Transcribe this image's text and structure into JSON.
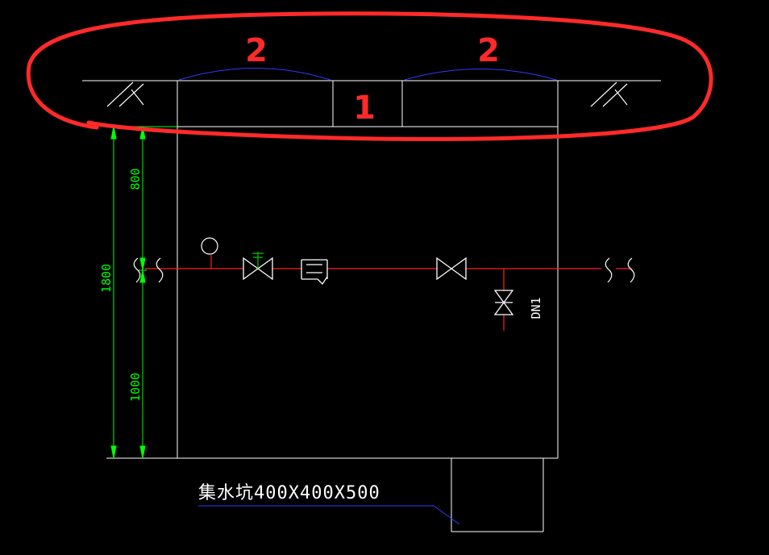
{
  "colors": {
    "background": "#000000",
    "lines": "#ffffff",
    "dimension": "#00ff00",
    "pipe": "#ff2020",
    "leader": "#2b3cff",
    "annotation": "#ff2a2a",
    "valve_handle": "#00c000"
  },
  "dimensions": {
    "total": "1800",
    "upper": "800",
    "lower": "1000"
  },
  "labels": {
    "sump": "集水坑400X400X500",
    "drain_valve": "DN1"
  },
  "annotations": {
    "slab_middle": "1",
    "slab_left": "2",
    "slab_right": "2"
  },
  "icons": [
    "ground-hatch-icon",
    "pressure-gauge-icon",
    "gate-valve-icon",
    "check-valve-icon",
    "drain-valve-icon",
    "pipe-break-icon"
  ]
}
